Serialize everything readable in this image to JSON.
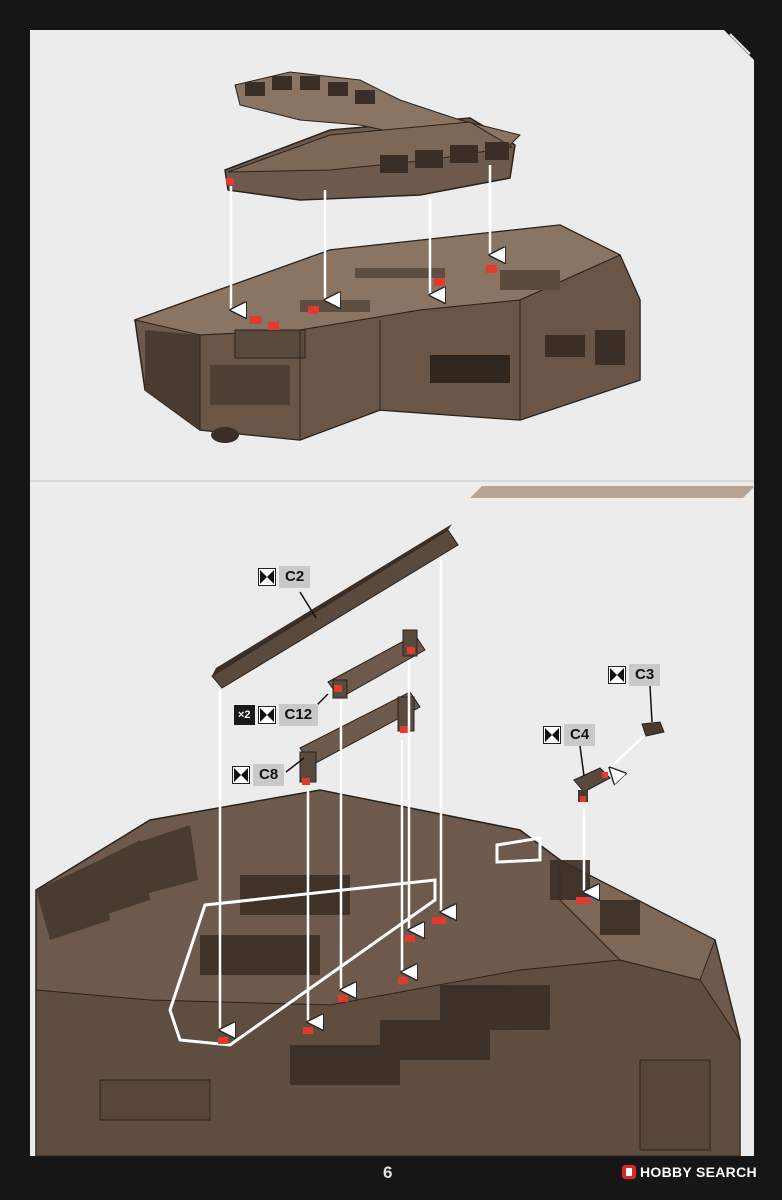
{
  "page": {
    "number": "6"
  },
  "watermark": {
    "text": "HOBBY SEARCH"
  },
  "parts": {
    "c2": {
      "code": "C2"
    },
    "c12": {
      "code": "C12",
      "quantity": "×2"
    },
    "c8": {
      "code": "C8"
    },
    "c3": {
      "code": "C3"
    },
    "c4": {
      "code": "C4"
    }
  },
  "colors": {
    "page_background": "#ececec",
    "frame": "#161616",
    "model_body": "#6e5a4c",
    "model_shadow": "#4a3b31",
    "model_highlight": "#8a7463",
    "peg_accent": "#e03b2e",
    "step_bar": "#b9a392"
  }
}
